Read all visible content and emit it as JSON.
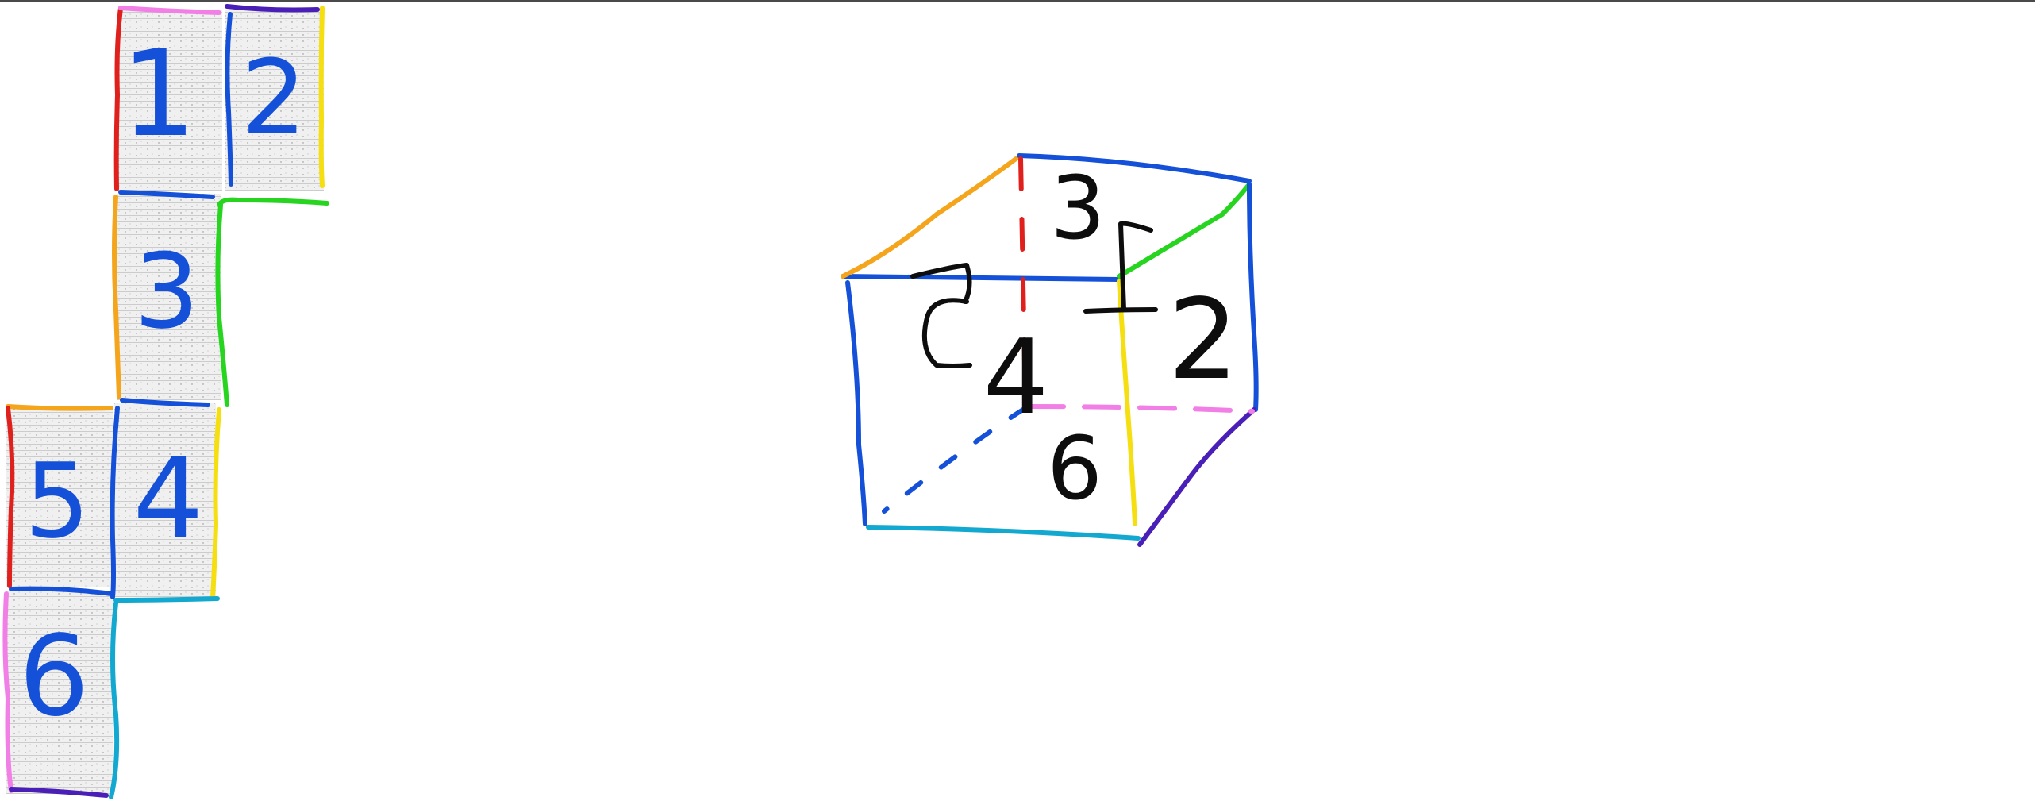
{
  "net": {
    "faces": [
      {
        "id": "face-1",
        "label": "1"
      },
      {
        "id": "face-2",
        "label": "2"
      },
      {
        "id": "face-3",
        "label": "3"
      },
      {
        "id": "face-4",
        "label": "4"
      },
      {
        "id": "face-5",
        "label": "5"
      },
      {
        "id": "face-6",
        "label": "6"
      }
    ]
  },
  "cube": {
    "faces": [
      {
        "id": "cube-face-3",
        "label": "3"
      },
      {
        "id": "cube-face-4",
        "label": "4"
      },
      {
        "id": "cube-face-2",
        "label": "2"
      },
      {
        "id": "cube-face-6",
        "label": "6"
      }
    ]
  },
  "colors": {
    "red": "#e0201c",
    "pink": "#f27fe6",
    "indigo": "#4a1fb8",
    "blue": "#1450d8",
    "yellow": "#f5df10",
    "green": "#27d420",
    "orange": "#f4a51c",
    "cyan": "#12a8d0",
    "ink": "#0d0d0d",
    "paper": "#f2f2f2"
  }
}
